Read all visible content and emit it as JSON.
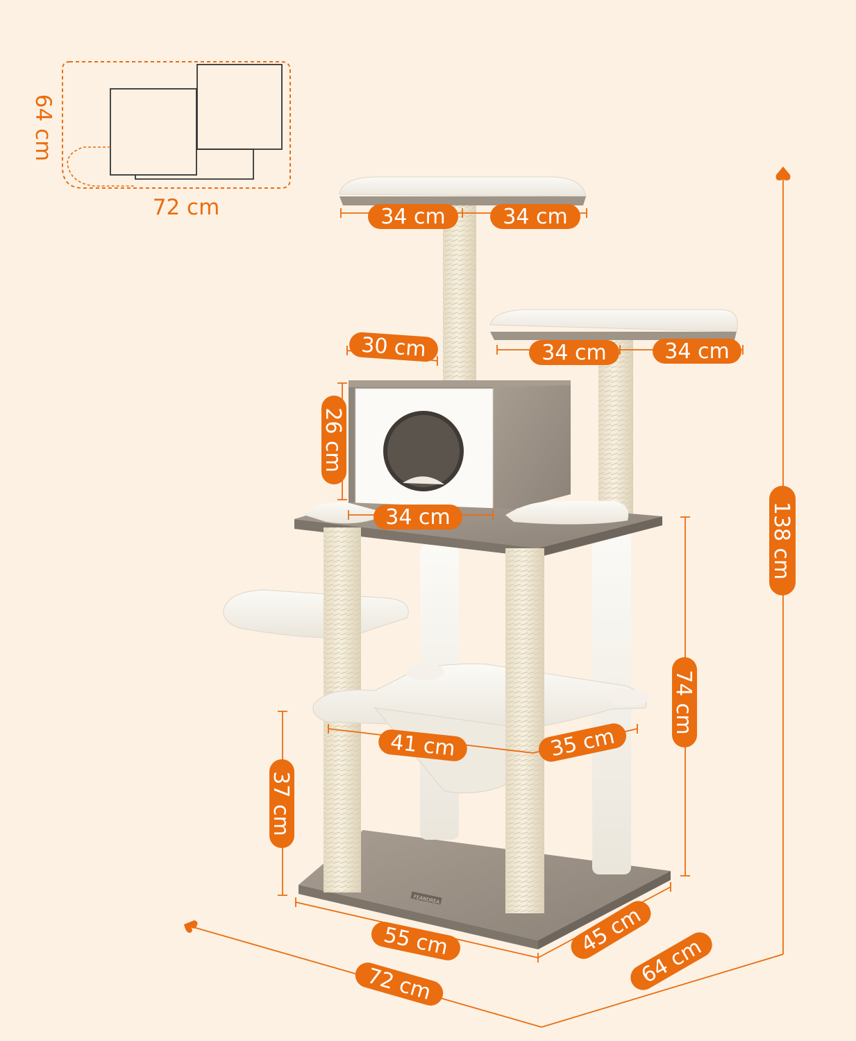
{
  "colors": {
    "background": "#fcf1e3",
    "accent": "#ea6d10",
    "plush": "#f7f4ee",
    "sisal": "#efe8d6",
    "wood": "#9e9488",
    "wood_dark": "#7d746a",
    "label_text": "#ffffff"
  },
  "footprint": {
    "depth_label": "64 cm",
    "width_label": "72 cm"
  },
  "labels": {
    "top_platform_left": "34 cm",
    "top_platform_right": "34 cm",
    "right_platform_left": "34 cm",
    "right_platform_right": "34 cm",
    "condo_depth": "30 cm",
    "condo_height": "26 cm",
    "condo_width": "34 cm",
    "hammock_width": "41 cm",
    "hammock_depth": "35 cm",
    "lower_height": "37 cm",
    "middle_height": "74 cm",
    "total_height": "138 cm",
    "base_width": "55 cm",
    "base_depth": "45 cm",
    "overall_width": "72 cm",
    "overall_depth": "64 cm"
  },
  "brand": {
    "logo_text": "FEANDREA"
  }
}
